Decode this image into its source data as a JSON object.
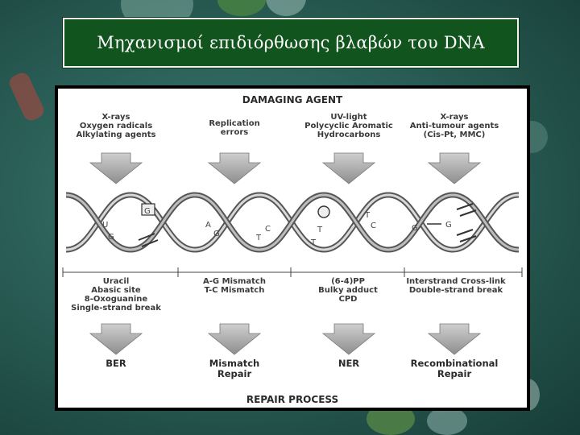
{
  "title": "Μηχανισμοί επιδιόρθωσης βλαβών του DNA",
  "diagram": {
    "top_header": "DAMAGING AGENT",
    "bottom_header": "REPAIR PROCESS",
    "columns": [
      {
        "agents": [
          "X-rays",
          "Oxygen radicals",
          "Alkylating agents"
        ],
        "lesions": [
          "Uracil",
          "Abasic site",
          "8-Oxoguanine",
          "Single-strand break"
        ],
        "repair": [
          "BER"
        ]
      },
      {
        "agents": [
          "Replication",
          "errors"
        ],
        "lesions": [
          "A-G Mismatch",
          "T-C Mismatch"
        ],
        "repair": [
          "Mismatch",
          "Repair"
        ]
      },
      {
        "agents": [
          "UV-light",
          "Polycyclic Aromatic",
          "Hydrocarbons"
        ],
        "lesions": [
          "(6-4)PP",
          "Bulky adduct",
          "CPD"
        ],
        "repair": [
          "NER"
        ]
      },
      {
        "agents": [
          "X-rays",
          "Anti-tumour agents",
          "(Cis-Pt, MMC)"
        ],
        "lesions": [
          "Interstrand Cross-link",
          "Double-strand break"
        ],
        "repair": [
          "Recombinational",
          "Repair"
        ]
      }
    ],
    "bases": [
      "U",
      "G",
      "G",
      "A",
      "G",
      "T",
      "C",
      "T",
      "T",
      "T",
      "C",
      "G",
      "G"
    ]
  }
}
